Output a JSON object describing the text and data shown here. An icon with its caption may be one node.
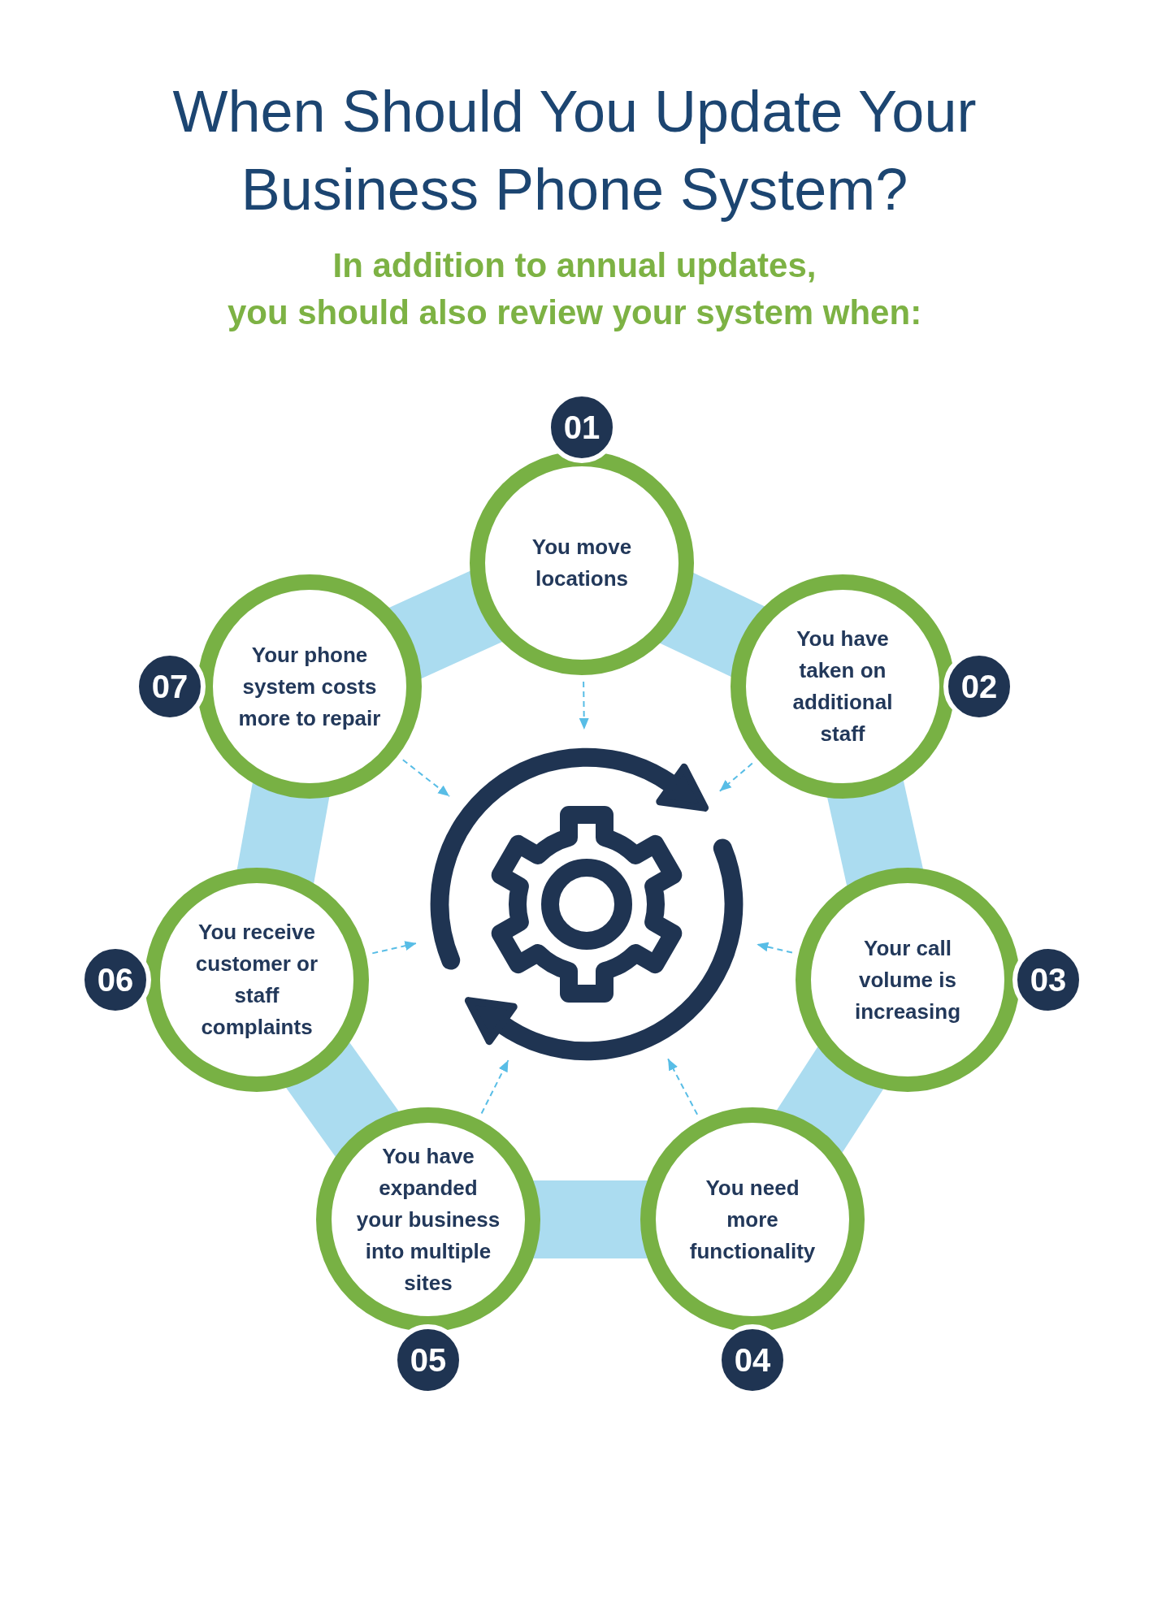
{
  "diagram": {
    "title": "When Should You Update Your Business Phone System?",
    "nodes": [
      {
        "text": [
          "01"
        ]
      },
      {
        "text": [
          "You move locations"
        ]
      },
      {
        "text": [
          "02"
        ]
      },
      {
        "text": [
          "You have taken on additional staff"
        ]
      },
      {
        "text": [
          "03"
        ]
      },
      {
        "text": [
          "Your call volume is increasing"
        ]
      },
      {
        "text": [
          "04"
        ]
      },
      {
        "text": [
          "You need more functionality"
        ]
      },
      {
        "text": [
          "05"
        ]
      },
      {
        "text": [
          "You have expanded your business into multiple sites"
        ]
      },
      {
        "text": [
          "06"
        ]
      },
      {
        "text": [
          "You receive customer or staff complaints"
        ]
      },
      {
        "text": [
          "07"
        ]
      },
      {
        "text": [
          "Your phone system costs more to repair"
        ]
      },
      {
        "text": [],
        "shape": "picture"
      }
    ],
    "edges": [
      {
        "from": 1,
        "to": 14,
        "arrow": "to",
        "style": "dashed"
      },
      {
        "from": 3,
        "to": 14,
        "arrow": "to",
        "style": "dashed"
      },
      {
        "from": 5,
        "to": 14,
        "arrow": "to",
        "style": "dashed"
      },
      {
        "from": 7,
        "to": 14,
        "arrow": "to",
        "style": "dashed"
      },
      {
        "from": 9,
        "to": 14,
        "arrow": "to",
        "style": "dashed"
      },
      {
        "from": 11,
        "to": 14,
        "arrow": "to",
        "style": "dashed"
      },
      {
        "from": 13,
        "to": 14,
        "arrow": "to",
        "style": "dashed"
      },
      {
        "from": 1,
        "to": 3,
        "arrow": "none",
        "style": "thick",
        "color": "#abdcf0"
      },
      {
        "from": 3,
        "to": 5,
        "arrow": "none",
        "style": "thick",
        "color": "#abdcf0"
      },
      {
        "from": 5,
        "to": 7,
        "arrow": "none",
        "style": "thick",
        "color": "#abdcf0"
      },
      {
        "from": 7,
        "to": 9,
        "arrow": "none",
        "style": "thick",
        "color": "#abdcf0"
      },
      {
        "from": 9,
        "to": 11,
        "arrow": "none",
        "style": "thick",
        "color": "#abdcf0"
      },
      {
        "from": 11,
        "to": 13,
        "arrow": "none",
        "style": "thick",
        "color": "#abdcf0"
      },
      {
        "from": 13,
        "to": 1,
        "arrow": "none",
        "style": "thick",
        "color": "#abdcf0"
      }
    ],
    "labels": [
      "In addition to annual updates, you should also review your system when:"
    ]
  }
}
